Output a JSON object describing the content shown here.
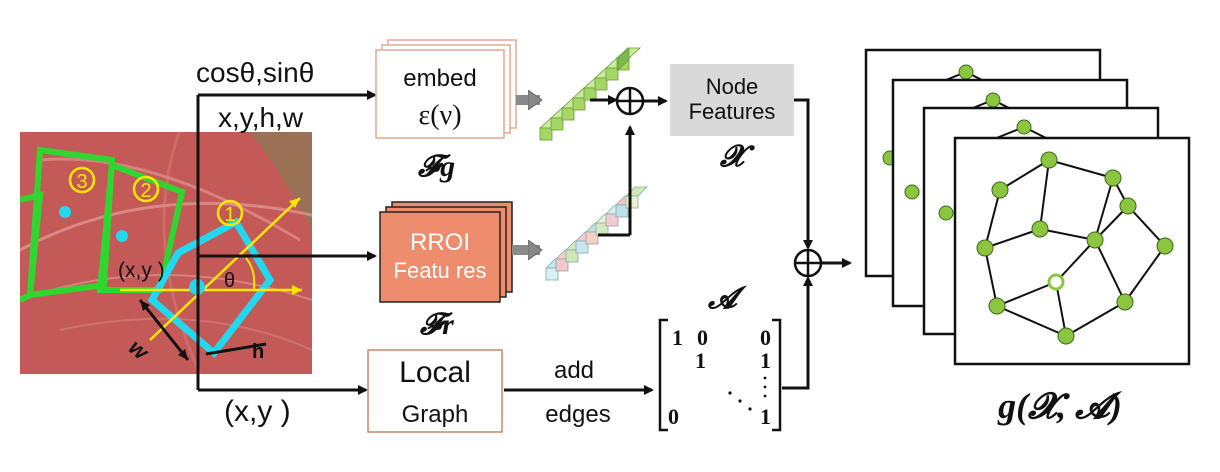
{
  "inputs": {
    "angle_label": "cosθ,sinθ",
    "geometry_label": "x,y,h,w",
    "xy_label": "(x,y )"
  },
  "image_panel": {
    "region_labels": [
      "③",
      "②",
      "①"
    ],
    "center_label": "(x,y )",
    "theta_label": "θ",
    "h_label": "h",
    "w_label": "w",
    "colors": {
      "green": "#2fd62f",
      "cyan": "#22d8ee",
      "yellow": "#ffe800",
      "background": "#c45a58"
    }
  },
  "embed_box": {
    "line1": "embed",
    "line2": "ε(ν)",
    "caption": "𝓕g"
  },
  "rroi_box": {
    "line1": "RROI",
    "line2": "Featu res",
    "caption": "𝓕r",
    "fill": "#ee8c6e"
  },
  "node_features_box": {
    "line1": "Node",
    "line2": "Features",
    "caption": "𝓧",
    "fill": "#d9d9d9"
  },
  "local_graph_box": {
    "line1": "Local",
    "line2": "Graph"
  },
  "edge_label": {
    "line1": "add",
    "line2": "edges"
  },
  "adjacency": {
    "label": "𝓐",
    "cells": [
      "1",
      "0",
      "0",
      "1",
      "1",
      "0",
      "1"
    ]
  },
  "output": {
    "caption": "g(𝓧, 𝓐)"
  },
  "colors": {
    "node_green": "#8cc540",
    "embed_green": "#a6d665",
    "stack_border": "#111111"
  }
}
